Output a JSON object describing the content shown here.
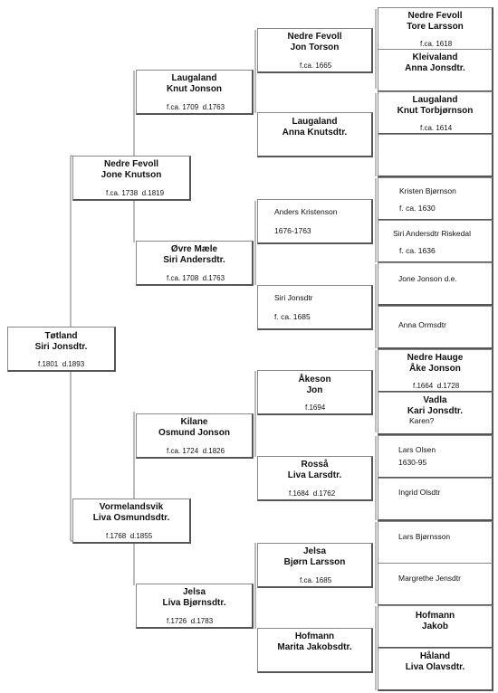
{
  "persons": {
    "p1": {
      "place": "Tøtland",
      "name": "Siri Jonsdtr.",
      "dates": "f.1801  d.1893"
    },
    "p2": {
      "place": "Nedre Fevoll",
      "name": "Jone Knutson",
      "dates": "f.ca. 1738  d.1819"
    },
    "p3": {
      "place": "Vormelandsvik",
      "name": "Liva Osmundsdtr.",
      "dates": "f.1768  d.1855"
    },
    "p4": {
      "place": "Laugaland",
      "name": "Knut Jonson",
      "dates": "f.ca. 1709  d.1763"
    },
    "p5": {
      "place": "Øvre Mæle",
      "name": "Siri Andersdtr.",
      "dates": "f.ca. 1708  d.1763"
    },
    "p6": {
      "place": "Kilane",
      "name": "Osmund Jonson",
      "dates": "f.ca. 1724  d.1826"
    },
    "p7": {
      "place": "Jelsa",
      "name": "Liva Bjørnsdtr.",
      "dates": "f.1726  d.1783"
    },
    "p8": {
      "place": "Nedre Fevoll",
      "name": "Jon Torson",
      "dates": "f.ca. 1665"
    },
    "p9": {
      "place": "Laugaland",
      "name": "Anna Knutsdtr.",
      "dates": ""
    },
    "p10": {
      "text1": "Anders Kristenson",
      "text2": "1676-1763"
    },
    "p11": {
      "text1": "Siri Jonsdtr",
      "text2": "f. ca. 1685"
    },
    "p12": {
      "place": "Åkeson",
      "name": "Jon",
      "dates": "f.1694"
    },
    "p13": {
      "place": "Rosså",
      "name": "Liva Larsdtr.",
      "dates": "f.1684  d.1762"
    },
    "p14": {
      "place": "Jelsa",
      "name": "Bjørn Larsson",
      "dates": "f.ca. 1685"
    },
    "p15": {
      "place": "Hofmann",
      "name": "Marita Jakobsdtr.",
      "dates": ""
    },
    "p16": {
      "place": "Nedre Fevoll",
      "name": "Tore Larsson",
      "dates": "f.ca. 1618"
    },
    "p17": {
      "place": "Kleivaland",
      "name": "Anna Jonsdtr.",
      "dates": ""
    },
    "p18": {
      "place": "Laugaland",
      "name": "Knut Torbjørnson",
      "dates": "f.ca. 1614"
    },
    "p19": {
      "place": "",
      "name": "",
      "dates": ""
    },
    "p20": {
      "text1": "Kristen Bjørnson",
      "text2": "f. ca. 1630"
    },
    "p21": {
      "text1": "Siri Andersdtr Riskedal",
      "text2": "f. ca. 1636"
    },
    "p22": {
      "text1": "Jone Jonson d.e.",
      "text2": ""
    },
    "p23": {
      "text1": "Anna Ormsdtr",
      "text2": ""
    },
    "p24": {
      "place": "Nedre Hauge",
      "name": "Åke Jonson",
      "dates": "f.1664  d.1728"
    },
    "p25": {
      "place": "Vadla",
      "name": "Kari Jonsdtr.",
      "note": "Karen?"
    },
    "p26": {
      "text1": "Lars Olsen",
      "text2": "1630-95"
    },
    "p27": {
      "text1": "Ingrid Olsdtr",
      "text2": ""
    },
    "p28": {
      "text1": "Lars Bjørnsson",
      "text2": ""
    },
    "p29": {
      "text1": "Margrethe Jensdtr",
      "text2": ""
    },
    "p30": {
      "place": "Hofmann",
      "name": "Jakob",
      "dates": ""
    },
    "p31": {
      "place": "Håland",
      "name": "Liva Olavsdtr.",
      "dates": ""
    }
  }
}
